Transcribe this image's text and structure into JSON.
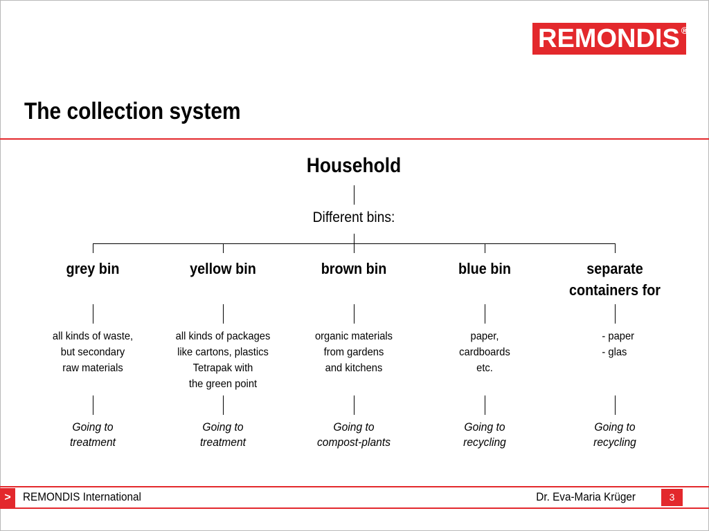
{
  "brand": {
    "logo_text": "REMONDIS",
    "logo_mark": "®",
    "accent_color": "#e3282c"
  },
  "slide": {
    "title": "The collection system"
  },
  "tree": {
    "root": "Household",
    "subtitle": "Different bins:",
    "columns": [
      {
        "title": "grey bin",
        "description": [
          "all kinds of waste,",
          "but secondary",
          "raw materials"
        ],
        "destination": [
          "Going to",
          "treatment"
        ]
      },
      {
        "title": "yellow bin",
        "description": [
          "all kinds of packages",
          "like cartons, plastics",
          "Tetrapak with",
          "the green point"
        ],
        "destination": [
          "Going to",
          "treatment"
        ]
      },
      {
        "title": "brown bin",
        "description": [
          "organic materials",
          "from gardens",
          "and kitchens"
        ],
        "destination": [
          "Going to",
          "compost-plants"
        ]
      },
      {
        "title": "blue bin",
        "description": [
          "paper,",
          "cardboards",
          "etc."
        ],
        "destination": [
          "Going to",
          "recycling"
        ]
      },
      {
        "title": "separate containers for",
        "description": [
          "- paper",
          "- glas"
        ],
        "destination": [
          "Going to",
          "recycling"
        ]
      }
    ]
  },
  "footer": {
    "arrow": ">",
    "company": "REMONDIS International",
    "author": "Dr. Eva-Maria Krüger",
    "page_number": "3"
  }
}
